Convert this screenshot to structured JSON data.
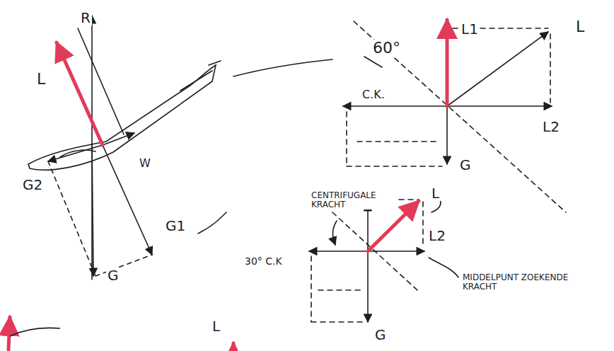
{
  "diagram": {
    "labels": [
      "L",
      "R",
      "W",
      "G2",
      "G1",
      "G",
      "60°",
      "C.K.",
      "L1",
      "L",
      "L2",
      "G",
      "CENTRIFUGALE KRACHT",
      "L",
      "30° C.K",
      "L2",
      "MIDDELPUNT ZOEKENDE KRACHT",
      "G",
      "L"
    ]
  }
}
